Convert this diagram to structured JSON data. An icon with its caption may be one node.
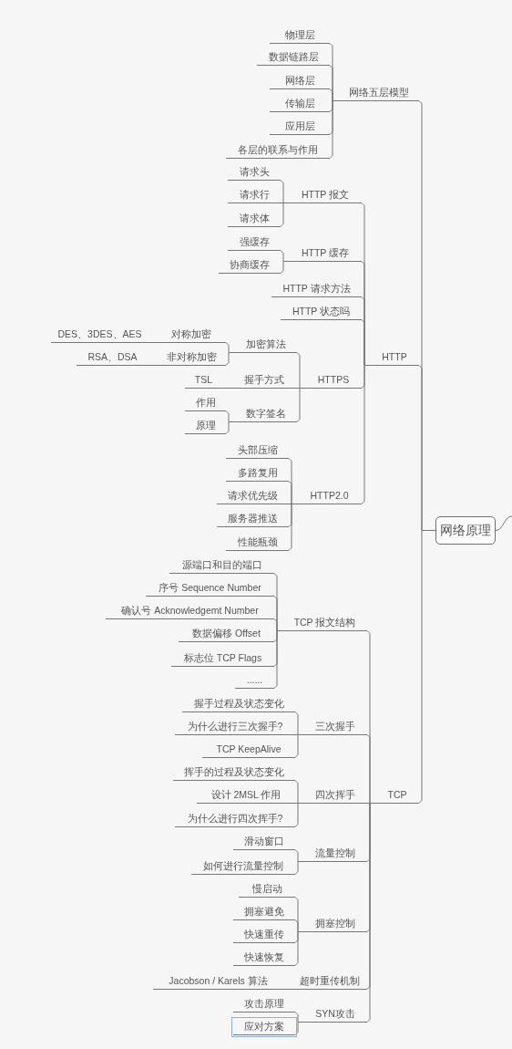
{
  "diagram": {
    "nodes": [
      {
        "text": [
          "网络原理"
        ]
      },
      {
        "text": [
          "网络五层模型"
        ]
      },
      {
        "text": [
          "物理层"
        ]
      },
      {
        "text": [
          "数据链路层"
        ]
      },
      {
        "text": [
          "网络层"
        ]
      },
      {
        "text": [
          "传输层"
        ]
      },
      {
        "text": [
          "应用层"
        ]
      },
      {
        "text": [
          "各层的联系与作用"
        ]
      },
      {
        "text": [
          "HTTP"
        ]
      },
      {
        "text": [
          "HTTP 报文"
        ]
      },
      {
        "text": [
          "请求头"
        ]
      },
      {
        "text": [
          "请求行"
        ]
      },
      {
        "text": [
          "请求体"
        ]
      },
      {
        "text": [
          "HTTP 缓存"
        ]
      },
      {
        "text": [
          "强缓存"
        ]
      },
      {
        "text": [
          "协商缓存"
        ]
      },
      {
        "text": [
          "HTTP 请求方法"
        ]
      },
      {
        "text": [
          "HTTP 状态吗"
        ]
      },
      {
        "text": [
          "HTTPS"
        ]
      },
      {
        "text": [
          "加密算法"
        ]
      },
      {
        "text": [
          "对称加密"
        ]
      },
      {
        "text": [
          "DES、3DES、AES"
        ]
      },
      {
        "text": [
          "非对称加密"
        ]
      },
      {
        "text": [
          "RSA、DSA"
        ]
      },
      {
        "text": [
          "握手方式"
        ]
      },
      {
        "text": [
          "TSL"
        ]
      },
      {
        "text": [
          "数字签名"
        ]
      },
      {
        "text": [
          "作用"
        ]
      },
      {
        "text": [
          "原理"
        ]
      },
      {
        "text": [
          "HTTP2.0"
        ]
      },
      {
        "text": [
          "头部压缩"
        ]
      },
      {
        "text": [
          "多路复用"
        ]
      },
      {
        "text": [
          "请求优先级"
        ]
      },
      {
        "text": [
          "服务器推送"
        ]
      },
      {
        "text": [
          "性能瓶颈"
        ]
      },
      {
        "text": [
          "TCP"
        ]
      },
      {
        "text": [
          "TCP 报文结构"
        ]
      },
      {
        "text": [
          "源端口和目的端口"
        ]
      },
      {
        "text": [
          "序号 Sequence Number"
        ]
      },
      {
        "text": [
          "确认号 Acknowledgemt Number"
        ]
      },
      {
        "text": [
          "数据偏移 Offset"
        ]
      },
      {
        "text": [
          "标志位 TCP Flags"
        ]
      },
      {
        "text": [
          "......"
        ]
      },
      {
        "text": [
          "三次握手"
        ]
      },
      {
        "text": [
          "握手过程及状态变化"
        ]
      },
      {
        "text": [
          "为什么进行三次握手?"
        ]
      },
      {
        "text": [
          "TCP KeepAlive"
        ]
      },
      {
        "text": [
          "四次挥手"
        ]
      },
      {
        "text": [
          "挥手的过程及状态变化"
        ]
      },
      {
        "text": [
          "设计 2MSL 作用"
        ]
      },
      {
        "text": [
          "为什么进行四次挥手?"
        ]
      },
      {
        "text": [
          "流量控制"
        ]
      },
      {
        "text": [
          "滑动窗口"
        ]
      },
      {
        "text": [
          "如何进行流量控制"
        ]
      },
      {
        "text": [
          "拥塞控制"
        ]
      },
      {
        "text": [
          "慢启动"
        ]
      },
      {
        "text": [
          "拥塞避免"
        ]
      },
      {
        "text": [
          "快速重传"
        ]
      },
      {
        "text": [
          "快速恢复"
        ]
      },
      {
        "text": [
          "超时重传机制"
        ]
      },
      {
        "text": [
          "Jacobson / Karels 算法"
        ]
      },
      {
        "text": [
          "SYN攻击"
        ]
      },
      {
        "text": [
          "攻击原理"
        ]
      },
      {
        "text": [
          "应对方案"
        ]
      }
    ],
    "edges": [
      {
        "from": null,
        "to": 0,
        "arrow": "none"
      },
      {
        "from": 0,
        "to": 1,
        "arrow": "none"
      },
      {
        "from": 1,
        "to": 2,
        "arrow": "none"
      },
      {
        "from": 1,
        "to": 3,
        "arrow": "none"
      },
      {
        "from": 1,
        "to": 4,
        "arrow": "none"
      },
      {
        "from": 1,
        "to": 5,
        "arrow": "none"
      },
      {
        "from": 1,
        "to": 6,
        "arrow": "none"
      },
      {
        "from": 1,
        "to": 7,
        "arrow": "none"
      },
      {
        "from": 0,
        "to": 8,
        "arrow": "none"
      },
      {
        "from": 8,
        "to": 9,
        "arrow": "none"
      },
      {
        "from": 9,
        "to": 10,
        "arrow": "none"
      },
      {
        "from": 9,
        "to": 11,
        "arrow": "none"
      },
      {
        "from": 9,
        "to": 12,
        "arrow": "none"
      },
      {
        "from": 8,
        "to": 13,
        "arrow": "none"
      },
      {
        "from": 13,
        "to": 14,
        "arrow": "none"
      },
      {
        "from": 13,
        "to": 15,
        "arrow": "none"
      },
      {
        "from": 8,
        "to": 16,
        "arrow": "none"
      },
      {
        "from": 8,
        "to": 17,
        "arrow": "none"
      },
      {
        "from": 8,
        "to": 18,
        "arrow": "none"
      },
      {
        "from": 18,
        "to": 19,
        "arrow": "none"
      },
      {
        "from": 19,
        "to": 20,
        "arrow": "none"
      },
      {
        "from": 20,
        "to": 21,
        "arrow": "none"
      },
      {
        "from": 19,
        "to": 22,
        "arrow": "none"
      },
      {
        "from": 22,
        "to": 23,
        "arrow": "none"
      },
      {
        "from": 18,
        "to": 24,
        "arrow": "none"
      },
      {
        "from": 24,
        "to": 25,
        "arrow": "none"
      },
      {
        "from": 18,
        "to": 26,
        "arrow": "none"
      },
      {
        "from": 26,
        "to": 27,
        "arrow": "none"
      },
      {
        "from": 26,
        "to": 28,
        "arrow": "none"
      },
      {
        "from": 8,
        "to": 29,
        "arrow": "none"
      },
      {
        "from": 29,
        "to": 30,
        "arrow": "none"
      },
      {
        "from": 29,
        "to": 31,
        "arrow": "none"
      },
      {
        "from": 29,
        "to": 32,
        "arrow": "none"
      },
      {
        "from": 29,
        "to": 33,
        "arrow": "none"
      },
      {
        "from": 29,
        "to": 34,
        "arrow": "none"
      },
      {
        "from": 0,
        "to": 35,
        "arrow": "none"
      },
      {
        "from": 35,
        "to": 36,
        "arrow": "none"
      },
      {
        "from": 36,
        "to": 37,
        "arrow": "none"
      },
      {
        "from": 36,
        "to": 38,
        "arrow": "none"
      },
      {
        "from": 36,
        "to": 39,
        "arrow": "none"
      },
      {
        "from": 36,
        "to": 40,
        "arrow": "none"
      },
      {
        "from": 36,
        "to": 41,
        "arrow": "none"
      },
      {
        "from": 36,
        "to": 42,
        "arrow": "none"
      },
      {
        "from": 35,
        "to": 43,
        "arrow": "none"
      },
      {
        "from": 43,
        "to": 44,
        "arrow": "none"
      },
      {
        "from": 43,
        "to": 45,
        "arrow": "none"
      },
      {
        "from": 43,
        "to": 46,
        "arrow": "none"
      },
      {
        "from": 35,
        "to": 47,
        "arrow": "none"
      },
      {
        "from": 47,
        "to": 48,
        "arrow": "none"
      },
      {
        "from": 47,
        "to": 49,
        "arrow": "none"
      },
      {
        "from": 47,
        "to": 50,
        "arrow": "none"
      },
      {
        "from": 35,
        "to": 51,
        "arrow": "none"
      },
      {
        "from": 51,
        "to": 52,
        "arrow": "none"
      },
      {
        "from": 51,
        "to": 53,
        "arrow": "none"
      },
      {
        "from": 35,
        "to": 54,
        "arrow": "none"
      },
      {
        "from": 54,
        "to": 55,
        "arrow": "none"
      },
      {
        "from": 54,
        "to": 56,
        "arrow": "none"
      },
      {
        "from": 54,
        "to": 57,
        "arrow": "none"
      },
      {
        "from": 54,
        "to": 58,
        "arrow": "none"
      },
      {
        "from": 35,
        "to": 59,
        "arrow": "none"
      },
      {
        "from": 59,
        "to": 60,
        "arrow": "none"
      },
      {
        "from": 35,
        "to": 61,
        "arrow": "none"
      },
      {
        "from": 61,
        "to": 62,
        "arrow": "none"
      },
      {
        "from": 61,
        "to": 63,
        "arrow": "none"
      }
    ]
  }
}
